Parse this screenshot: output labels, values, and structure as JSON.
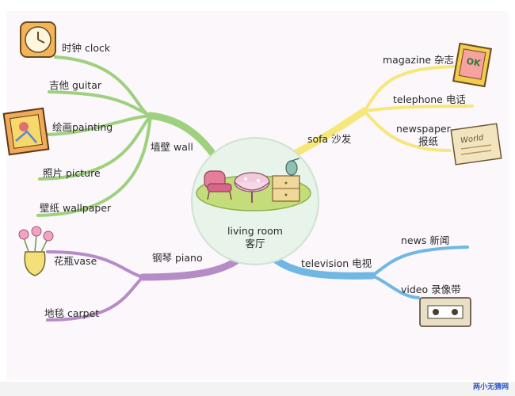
{
  "center": {
    "line1": "living room",
    "line2": "客厅"
  },
  "branches": {
    "wall": "墙壁 wall",
    "sofa": "sofa 沙发",
    "piano": "钢琴 piano",
    "television": "television 电视"
  },
  "leaves": {
    "clock": "时钟 clock",
    "guitar": "吉他 guitar",
    "painting": "绘画painting",
    "picture": "照片 picture",
    "wallpaper": "壁纸 wallpaper",
    "magazine": "magazine 杂志",
    "telephone": "telephone 电话",
    "newspaper_en": "newspaper",
    "newspaper_zh": "报纸",
    "vase": "花瓶vase",
    "carpet": "地毯 carpet",
    "news": "news 新闻",
    "video": "video 录像带"
  },
  "icon_text": {
    "magazine": "OK",
    "newspaper": "World"
  },
  "watermark": "两小无猜网",
  "colors": {
    "wall_branch": "#9ed07e",
    "sofa_branch": "#f6e77b",
    "piano_branch": "#b68cc6",
    "tv_branch": "#71b7e4",
    "center_fill": "#e8f3ea"
  }
}
